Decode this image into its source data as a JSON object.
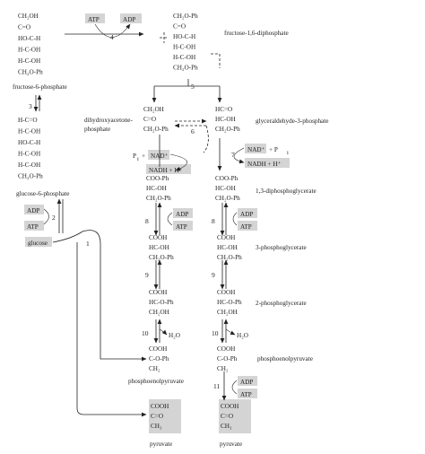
{
  "names": {
    "f6p": "fructose-6-phosphate",
    "fdp": "fructose-1,6-diphosphate",
    "g6p": "glucose-6-phosphate",
    "dhap": "dihydroxyacetone-",
    "dhap2": "phosphate",
    "g3p": "glyceraldehyde-3-phosphate",
    "bpg": "1,3-diphosphoglycerate",
    "pg3": "3-phosphoglycerate",
    "pg2": "2-phosphoglycerate",
    "pep": "phosphoenolpyruvate",
    "pepL": "phosphoenolpyruvate",
    "pyrL": "pyruvate",
    "pyrR": "pyruvate"
  },
  "cofactors": {
    "atp": "ATP",
    "adp": "ADP",
    "nad": "NAD⁺",
    "nadh": "NADH + H⁺",
    "pi": "P",
    "pi_sub": "i",
    "pi_plus": "+",
    "plus_pi": "+ P",
    "h2o": "H₂O",
    "glucose": "glucose"
  },
  "steps": [
    "1",
    "2",
    "3",
    "4",
    "5",
    "6",
    "7",
    "8",
    "9",
    "10",
    "11"
  ],
  "structures": {
    "f6p": [
      "CH₂OH",
      "C=O",
      "HO-C-H",
      "H-C-OH",
      "H-C-OH",
      "CH₂O-Ph"
    ],
    "fdp": [
      "CH₂O-Ph",
      "C=O",
      "HO-C-H",
      "H-C-OH",
      "H-C-OH",
      "CH₂O-Ph"
    ],
    "g6p": [
      "H-C=O",
      "H-C-OH",
      "HO-C-H",
      "H-C-OH",
      "H-C-OH",
      "CH₂O-Ph"
    ],
    "dhap": [
      "CH₂OH",
      "C=O",
      "CH₂O-Ph"
    ],
    "g3p": [
      "HC=O",
      "HC-OH",
      "CH₂O-Ph"
    ],
    "bpgL": [
      "COO-Ph",
      "HC-OH",
      "CH₂O-Ph"
    ],
    "bpgR": [
      "COO-Ph",
      "HC-OH",
      "CH₂O-Ph"
    ],
    "pg3L": [
      "COOH",
      "HC-OH",
      "CH₂O-Ph"
    ],
    "pg3R": [
      "COOH",
      "HC-OH",
      "CH₂O-Ph"
    ],
    "pg2L": [
      "COOH",
      "HC-O-Ph",
      "CH₂OH"
    ],
    "pg2R": [
      "COOH",
      "HC-O-Ph",
      "CH₂OH"
    ],
    "pepL": [
      "COOH",
      "C-O-Ph",
      "CH₂"
    ],
    "pepR": [
      "COOH",
      "C-O-Ph",
      "CH₂"
    ],
    "pyrL": [
      "COOH",
      "C=O",
      "CH₃"
    ],
    "pyrR": [
      "COOH",
      "C=O",
      "CH₃"
    ]
  }
}
